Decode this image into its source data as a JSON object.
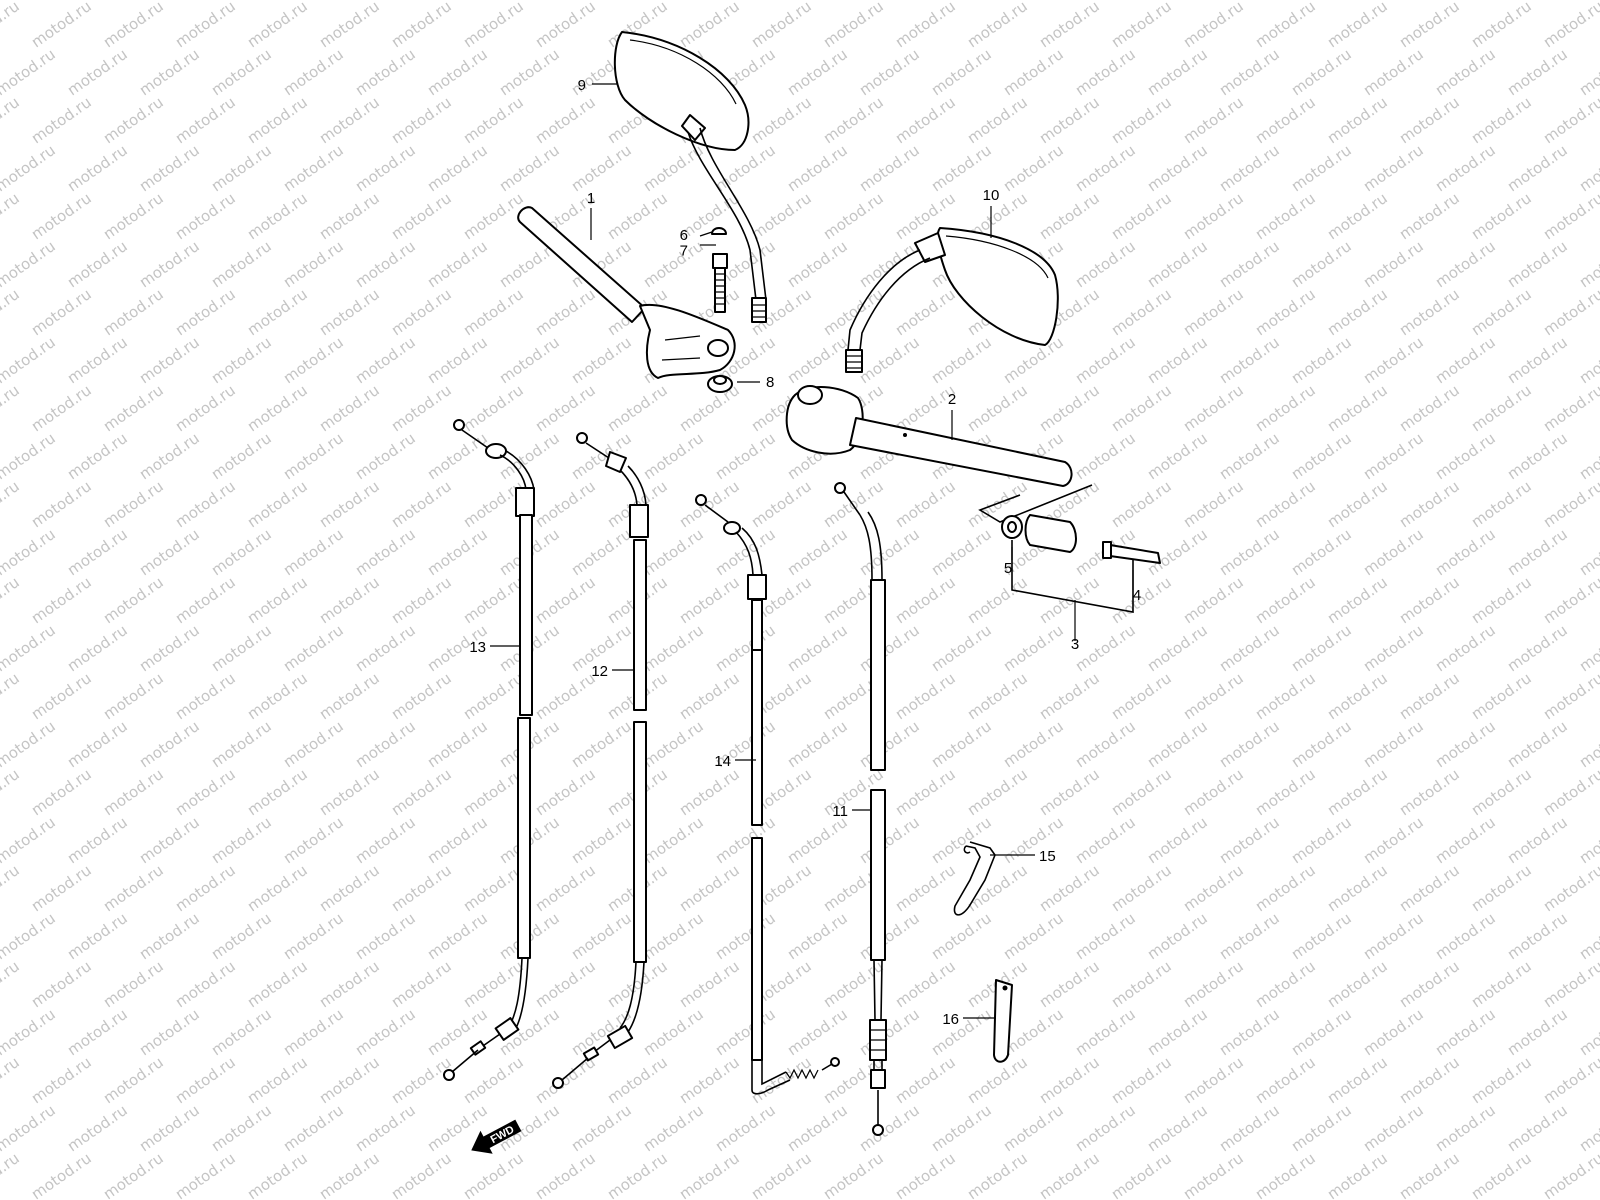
{
  "watermark": {
    "text": "motod.ru",
    "color": "#c4c4c4"
  },
  "callouts": [
    {
      "id": "1",
      "label": "1"
    },
    {
      "id": "2",
      "label": "2"
    },
    {
      "id": "3",
      "label": "3"
    },
    {
      "id": "4",
      "label": "4"
    },
    {
      "id": "5",
      "label": "5"
    },
    {
      "id": "6",
      "label": "6"
    },
    {
      "id": "7",
      "label": "7"
    },
    {
      "id": "8",
      "label": "8"
    },
    {
      "id": "9",
      "label": "9"
    },
    {
      "id": "10",
      "label": "10"
    },
    {
      "id": "11",
      "label": "11"
    },
    {
      "id": "12",
      "label": "12"
    },
    {
      "id": "13",
      "label": "13"
    },
    {
      "id": "14",
      "label": "14"
    },
    {
      "id": "15",
      "label": "15"
    },
    {
      "id": "16",
      "label": "16"
    }
  ],
  "direction_badge": {
    "label": "FWD",
    "icon": "fwd-arrow-icon"
  }
}
